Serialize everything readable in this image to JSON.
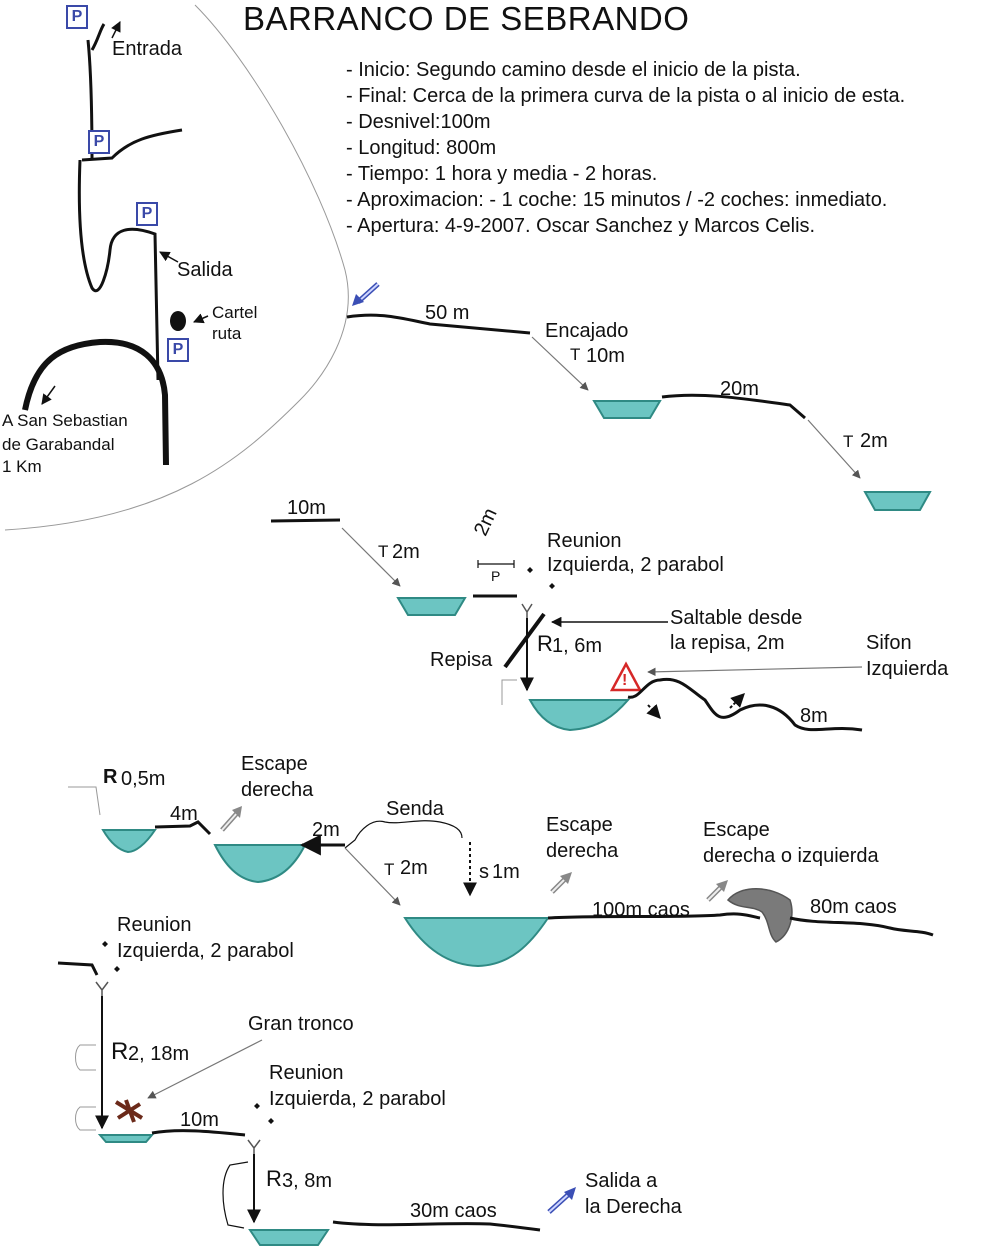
{
  "title": "BARRANCO DE SEBRANDO",
  "info": [
    "- Inicio: Segundo camino desde el inicio de la pista.",
    "- Final: Cerca de la primera curva de la pista o al inicio de esta.",
    "- Desnivel:100m",
    "- Longitud: 800m",
    "- Tiempo: 1 hora y media - 2 horas.",
    "- Aproximacion: - 1 coche: 15 minutos / -2 coches: inmediato.",
    "- Apertura: 4-9-2007. Oscar Sanchez y Marcos Celis."
  ],
  "map": {
    "parking": "P",
    "entrada": "Entrada",
    "salida": "Salida",
    "cartel_1": "Cartel",
    "cartel_2": "ruta",
    "destino_1": "A San Sebastian",
    "destino_2": "de Garabandal",
    "destino_3": "1 Km"
  },
  "section1": {
    "d50": "50 m",
    "encajado": "Encajado",
    "t10": "10m",
    "d20": "20m",
    "t2": "2m"
  },
  "section2": {
    "d10": "10m",
    "t2": "2m",
    "p2": "2m",
    "p_letter": "P",
    "reunion_1": "Reunion",
    "reunion_2": "Izquierda, 2 parabol",
    "saltable_1": "Saltable desde",
    "saltable_2": "la repisa, 2m",
    "repisa": "Repisa",
    "r1": "1, 6m",
    "sifon_1": "Sifon",
    "sifon_2": "Izquierda",
    "d8": "8m"
  },
  "section3": {
    "r05": "0,5m",
    "d4": "4m",
    "escape1_1": "Escape",
    "escape1_2": "derecha",
    "d2": "2m",
    "senda": "Senda",
    "t2": "2m",
    "s1": "1m",
    "escape2_1": "Escape",
    "escape2_2": "derecha",
    "escape3_1": "Escape",
    "escape3_2": "derecha o izquierda",
    "caos100": "100m caos",
    "caos80": "80m caos"
  },
  "section4": {
    "reunion_1": "Reunion",
    "reunion_2": "Izquierda, 2 parabol",
    "r2": "2, 18m",
    "gran_tronco": "Gran tronco",
    "reunion2_1": "Reunion",
    "reunion2_2": "Izquierda, 2 parabol",
    "d10": "10m",
    "r3": "3, 8m",
    "caos30": "30m caos",
    "salida_1": "Salida a",
    "salida_2": "la Derecha"
  },
  "symbols": {
    "t": "T",
    "r": "R",
    "s": "s",
    "warning": "!"
  },
  "colors": {
    "pool": "#6cc5c2",
    "pool_edge": "#2f8a84",
    "parking_blue": "#3a49a8",
    "arrow_blue": "#3b4fb5",
    "warning_red": "#d62828",
    "log_brown": "#6b2a1a",
    "rock_gray": "#7a7a7a"
  }
}
